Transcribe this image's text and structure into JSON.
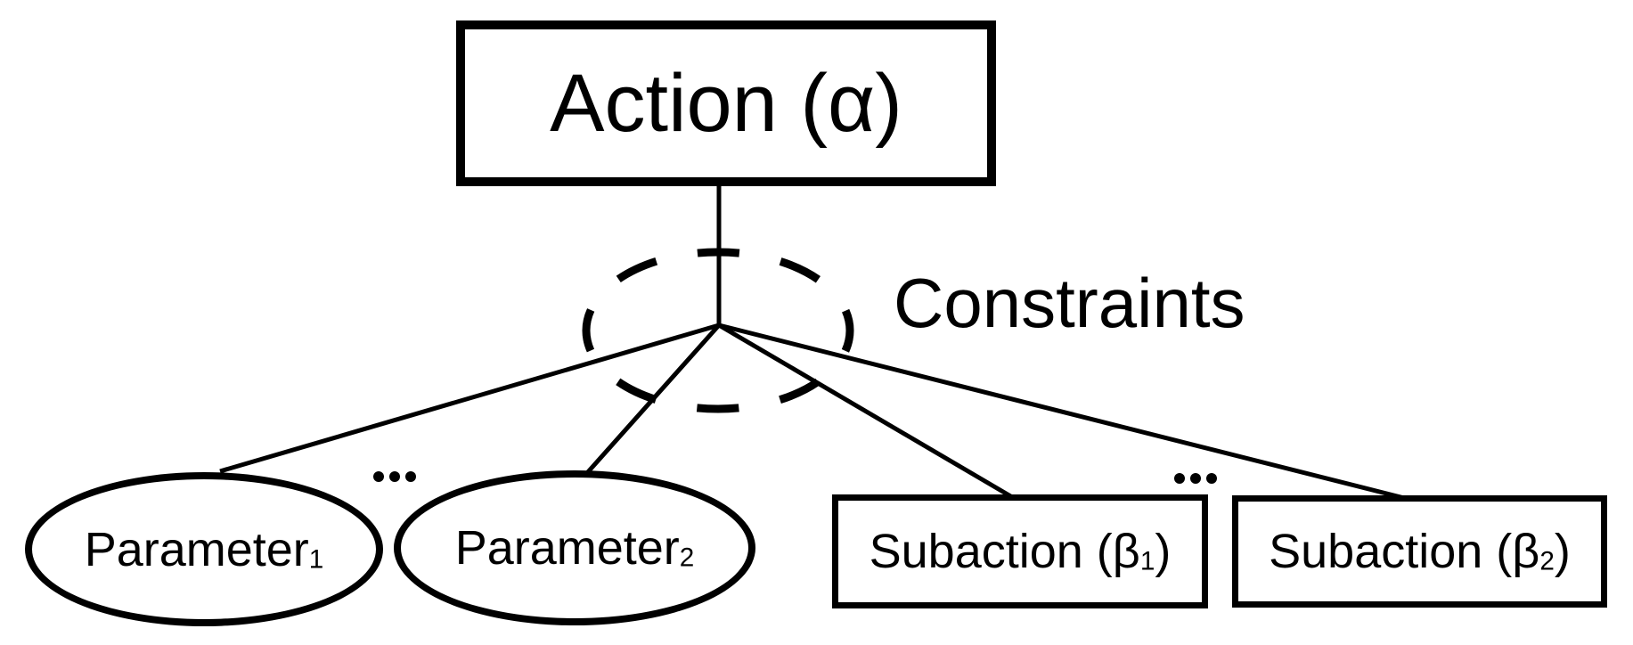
{
  "colors": {
    "ink": "#000000",
    "background": "#ffffff"
  },
  "diagram": {
    "action_node": {
      "label": "Action (α)"
    },
    "constraints_label": "Constraints",
    "parameter_nodes": [
      {
        "base": "Parameter",
        "sub": "1"
      },
      {
        "base": "Parameter",
        "sub": "2"
      }
    ],
    "subaction_nodes": [
      {
        "base": "Subaction (β",
        "sub": "1",
        "suffix": ")"
      },
      {
        "base": "Subaction (β",
        "sub": "2",
        "suffix": ")"
      }
    ]
  }
}
